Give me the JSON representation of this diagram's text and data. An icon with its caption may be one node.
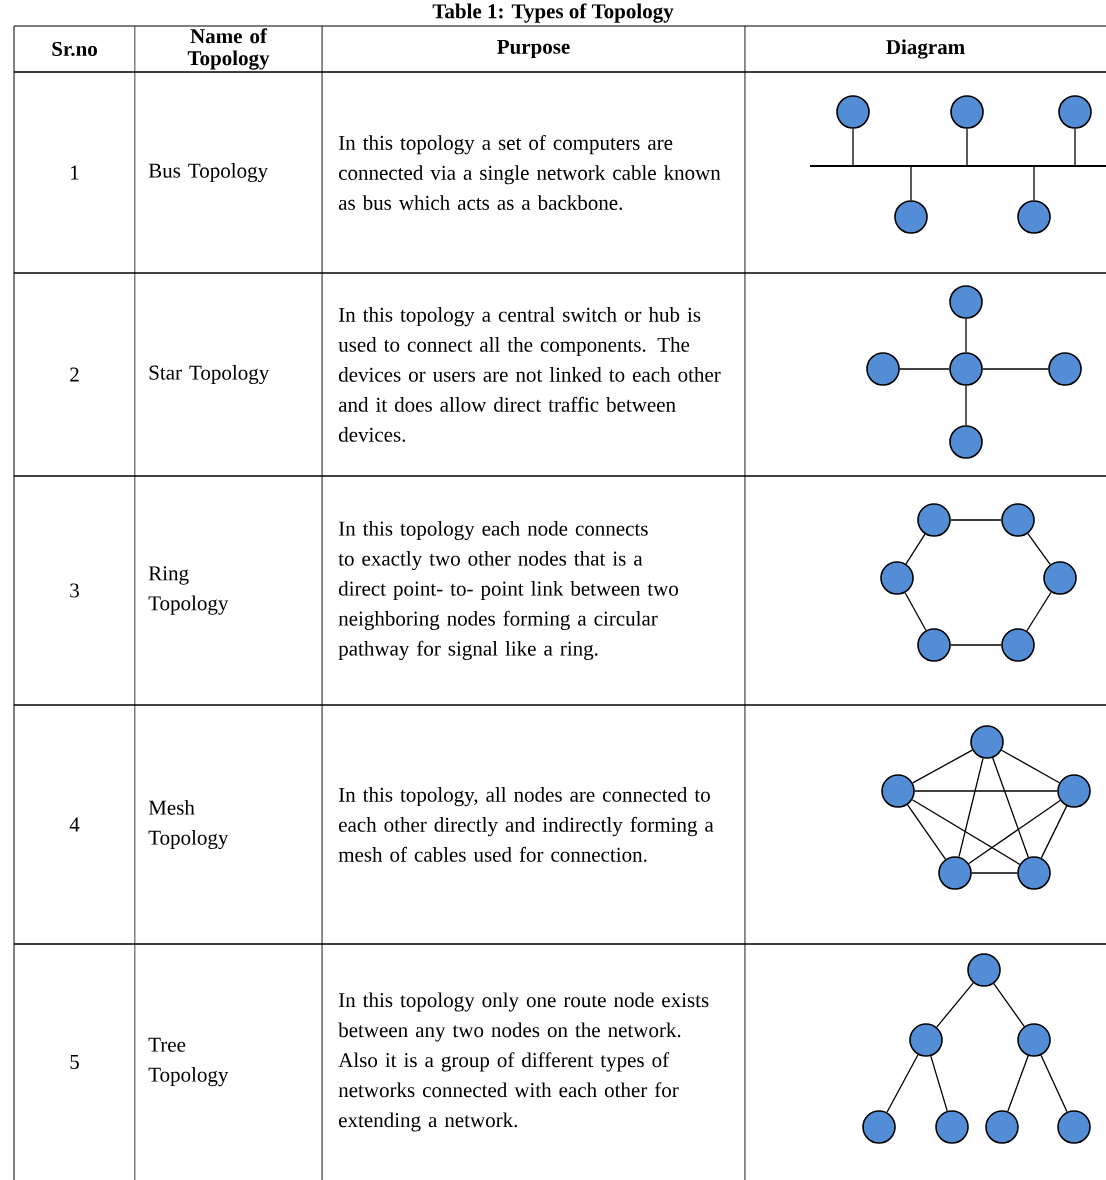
{
  "diagram": {
    "title": "Table 1: Types of Topology",
    "nodes": [
      {
        "text": [],
        "shape": "circle"
      },
      {
        "text": [],
        "shape": "circle"
      },
      {
        "text": [],
        "shape": "circle"
      },
      {
        "text": [],
        "shape": "bar"
      },
      {
        "text": [],
        "shape": "circle"
      },
      {
        "text": [],
        "shape": "circle"
      },
      {
        "text": [],
        "shape": "circle"
      },
      {
        "text": [],
        "shape": "circle"
      },
      {
        "text": [],
        "shape": "circle"
      },
      {
        "text": [],
        "shape": "circle"
      },
      {
        "text": [],
        "shape": "circle"
      },
      {
        "text": [],
        "shape": "circle"
      },
      {
        "text": [],
        "shape": "circle"
      },
      {
        "text": [],
        "shape": "circle"
      },
      {
        "text": [],
        "shape": "circle"
      },
      {
        "text": [],
        "shape": "circle"
      },
      {
        "text": [],
        "shape": "circle"
      },
      {
        "text": [],
        "shape": "circle"
      },
      {
        "text": [],
        "shape": "circle"
      },
      {
        "text": [],
        "shape": "circle"
      },
      {
        "text": [],
        "shape": "circle"
      },
      {
        "text": [],
        "shape": "circle"
      },
      {
        "text": [],
        "shape": "circle"
      },
      {
        "text": [],
        "shape": "circle"
      },
      {
        "text": [],
        "shape": "circle"
      },
      {
        "text": [],
        "shape": "circle"
      },
      {
        "text": [],
        "shape": "circle"
      },
      {
        "text": [],
        "shape": "circle"
      },
      {
        "text": [],
        "shape": "circle"
      }
    ],
    "edges": [
      {
        "from": 0,
        "to": 3,
        "arrow": "none"
      },
      {
        "from": 1,
        "to": 3,
        "arrow": "none"
      },
      {
        "from": 2,
        "to": 3,
        "arrow": "none"
      },
      {
        "from": 4,
        "to": 3,
        "arrow": "none"
      },
      {
        "from": 5,
        "to": 3,
        "arrow": "none"
      },
      {
        "from": 8,
        "to": 6,
        "arrow": "none"
      },
      {
        "from": 8,
        "to": 7,
        "arrow": "none"
      },
      {
        "from": 8,
        "to": 9,
        "arrow": "none"
      },
      {
        "from": 8,
        "to": 10,
        "arrow": "none"
      },
      {
        "from": 11,
        "to": 12,
        "arrow": "none"
      },
      {
        "from": 12,
        "to": 14,
        "arrow": "none"
      },
      {
        "from": 14,
        "to": 16,
        "arrow": "none"
      },
      {
        "from": 16,
        "to": 15,
        "arrow": "none"
      },
      {
        "from": 15,
        "to": 13,
        "arrow": "none"
      },
      {
        "from": 13,
        "to": 11,
        "arrow": "none"
      },
      {
        "from": 17,
        "to": 18,
        "arrow": "none"
      },
      {
        "from": 17,
        "to": 19,
        "arrow": "none"
      },
      {
        "from": 17,
        "to": 20,
        "arrow": "none"
      },
      {
        "from": 17,
        "to": 21,
        "arrow": "none"
      },
      {
        "from": 18,
        "to": 19,
        "arrow": "none"
      },
      {
        "from": 18,
        "to": 20,
        "arrow": "none"
      },
      {
        "from": 18,
        "to": 21,
        "arrow": "none"
      },
      {
        "from": 19,
        "to": 20,
        "arrow": "none"
      },
      {
        "from": 19,
        "to": 21,
        "arrow": "none"
      },
      {
        "from": 20,
        "to": 21,
        "arrow": "none"
      },
      {
        "from": 22,
        "to": 23,
        "arrow": "none"
      },
      {
        "from": 22,
        "to": 24,
        "arrow": "none"
      },
      {
        "from": 23,
        "to": 25,
        "arrow": "none"
      },
      {
        "from": 23,
        "to": 26,
        "arrow": "none"
      },
      {
        "from": 24,
        "to": 27,
        "arrow": "none"
      },
      {
        "from": 24,
        "to": 28,
        "arrow": "none"
      }
    ],
    "labels": [
      "Sr.no",
      "Name of Topology",
      "Purpose",
      "Diagram",
      "1",
      "Bus Topology",
      "In this topology a set of computers are connected via a single network cable known as bus which acts as a backbone.",
      "2",
      "Star Topology",
      "In this topology a central switch or hub is used to connect all the components. The devices or users are not linked to each other and it does allow direct traffic between devices.",
      "3",
      "Ring Topology",
      "In this topology each node connects to exactly two other nodes that is a direct point- to- point link between two neighboring nodes forming a circular pathway for signal like a ring.",
      "4",
      "Mesh Topology",
      "In this topology, all nodes are connected to each other directly and indirectly forming a mesh of cables used for connection.",
      "5",
      "Tree Topology",
      "In this topology only one route node exists between any two nodes on the network. Also it is a group of different types of networks connected with each other for extending a network."
    ]
  }
}
